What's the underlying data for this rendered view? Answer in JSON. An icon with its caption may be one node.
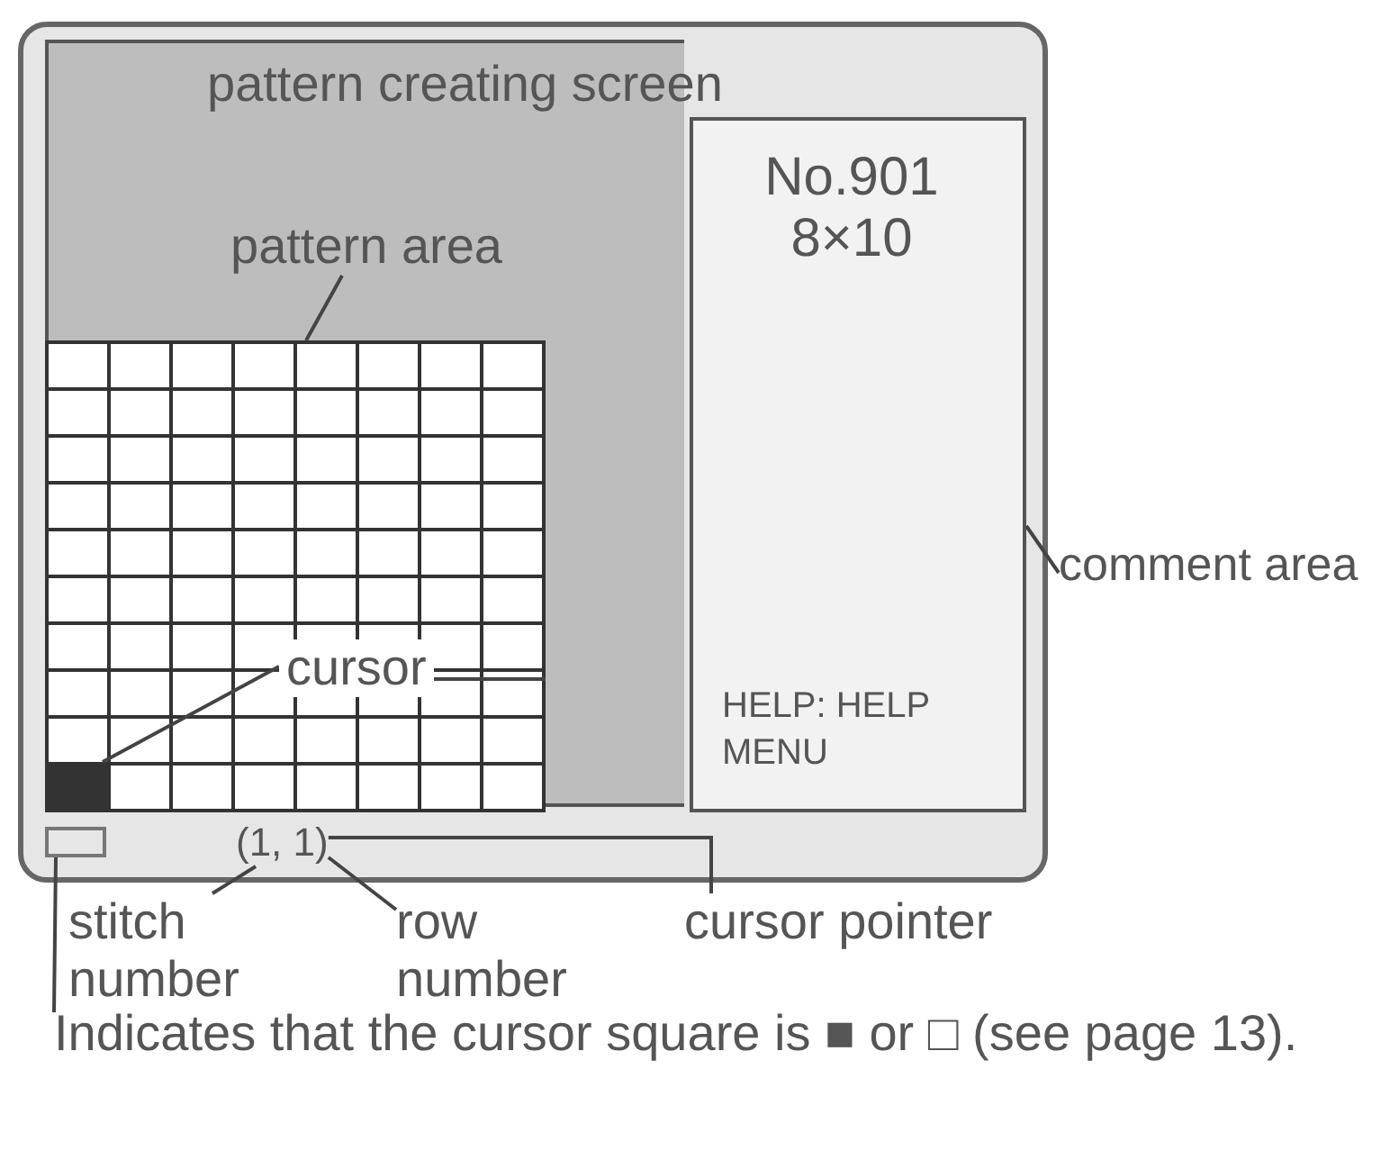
{
  "diagram": {
    "nodes": [
      {
        "text": [
          "pattern creating screen"
        ]
      },
      {
        "text": [],
        "shape": "box",
        "in": 0
      },
      {
        "text": [
          "No.901 8×10",
          "HELP: HELP MENU"
        ],
        "in": 0
      },
      {
        "text": [],
        "shape": "box",
        "in": 1
      },
      {
        "text": [],
        "shape": "box",
        "in": 0
      },
      {
        "text": [
          "(1, 1)"
        ],
        "in": 0
      },
      {
        "text": [
          "pattern area"
        ],
        "in": 0
      },
      {
        "text": [
          "comment area"
        ]
      },
      {
        "text": [
          "cursor"
        ],
        "in": 1
      },
      {
        "text": [
          "stitch number"
        ]
      },
      {
        "text": [
          "row number"
        ]
      },
      {
        "text": [
          "cursor pointer"
        ]
      },
      {
        "text": [
          "Indicates that the cursor square is ■ or □ (see page 13)."
        ]
      }
    ],
    "edges": [
      {
        "from": 6,
        "to": 1,
        "arrow": "none"
      },
      {
        "from": 7,
        "to": 2,
        "arrow": "none"
      },
      {
        "from": 8,
        "to": 3,
        "arrow": "none"
      },
      {
        "from": 8,
        "to": 1,
        "arrow": "none"
      },
      {
        "from": 9,
        "to": 5,
        "arrow": "none"
      },
      {
        "from": 10,
        "to": 5,
        "arrow": "none"
      },
      {
        "from": 11,
        "to": 5,
        "arrow": "none"
      },
      {
        "from": 12,
        "to": 4,
        "arrow": "none"
      }
    ]
  }
}
